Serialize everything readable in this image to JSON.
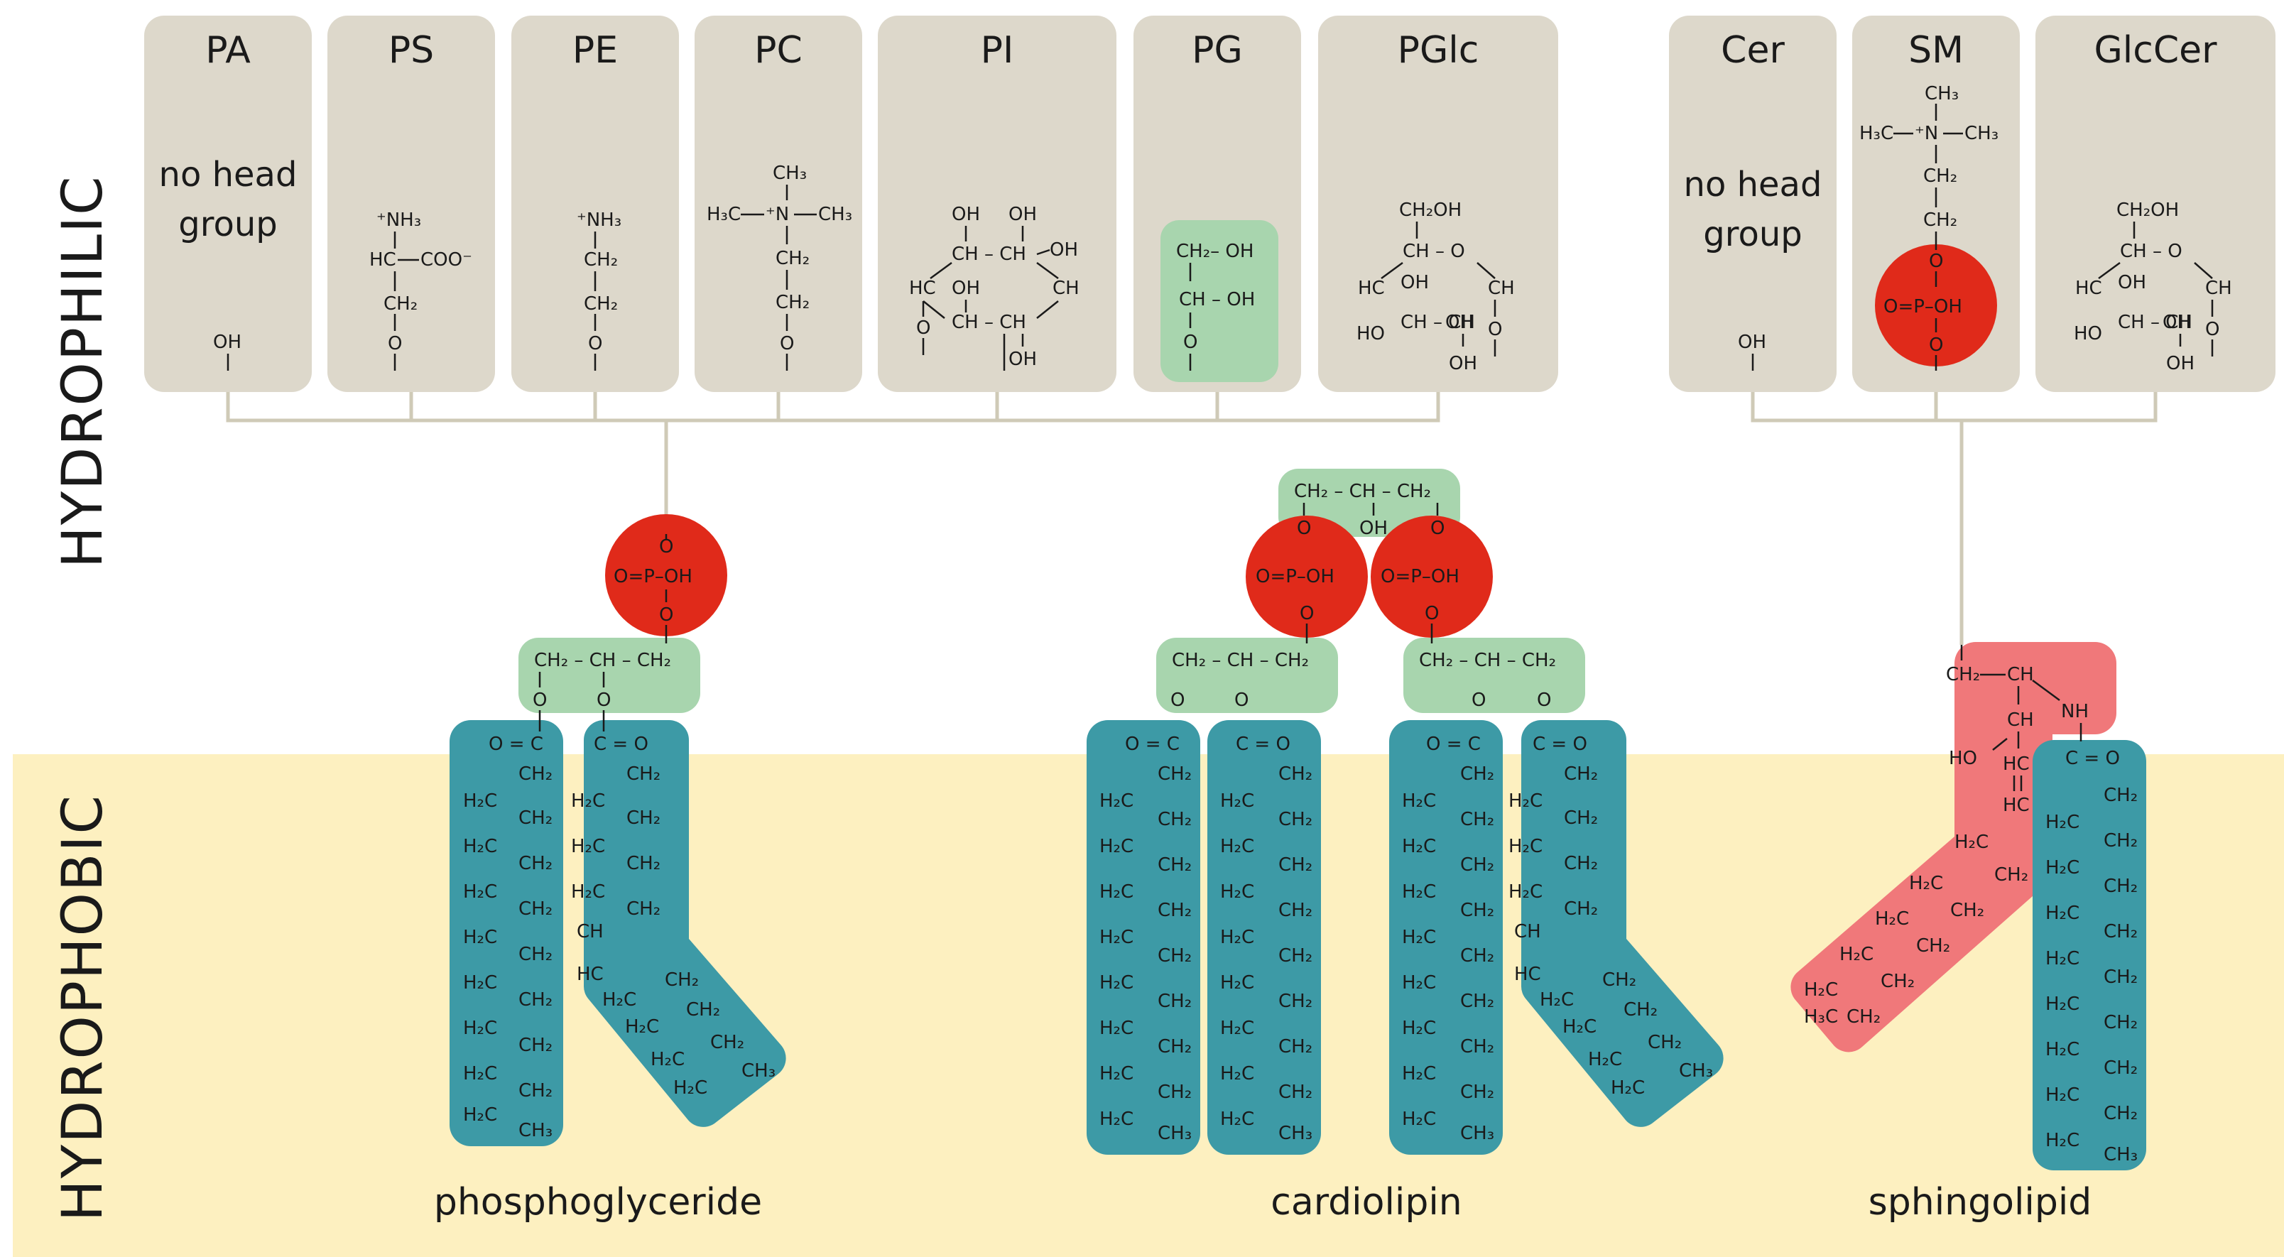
{
  "regions": {
    "hydrophilic": "HYDROPHILIC",
    "hydrophobic": "HYDROPHOBIC"
  },
  "head_groups": [
    {
      "name": "PA"
    },
    {
      "name": "PS"
    },
    {
      "name": "PE"
    },
    {
      "name": "PC"
    },
    {
      "name": "PI"
    },
    {
      "name": "PG"
    },
    {
      "name": "PGlc"
    },
    {
      "name": "Cer"
    },
    {
      "name": "SM"
    },
    {
      "name": "GlcCer"
    }
  ],
  "no_head_group": [
    "no head",
    "group"
  ],
  "chem": {
    "oh": "OH",
    "o": "O",
    "nh3": "⁺NH₃",
    "hc": "HC",
    "coo": "COO⁻",
    "ch2": "CH₂",
    "ch3": "CH₃",
    "n_plus": "⁺N",
    "h3c": "H₃C",
    "ch": "CH",
    "h2c": "H₂C",
    "c": "C",
    "nh": "NH",
    "ho": "HO",
    "p": "P",
    "pgroup": "O=P–OH",
    "ch2oh": "CH₂OH",
    "ch_o": "CH – O",
    "ch_ch": "CH – CH",
    "ch_oh": "CH – OH",
    "ch2_oh": "CH₂– OH",
    "glycerol": "CH₂ – CH – CH₂",
    "ester_l": "O = C",
    "ester_r": "C = O",
    "ring_ch": "CH",
    "ring_hc": "HC"
  },
  "labels": {
    "phosphoglyceride": "phosphoglyceride",
    "cardiolipin": "cardiolipin",
    "sphingolipid": "sphingolipid"
  },
  "colors": {
    "box": "#ddd8cb",
    "connector": "#cfcab7",
    "membrane": "#fdf0c0",
    "teal": "#3d9aa6",
    "glycerol": "#a8d5ae",
    "phosphate": "#e02a1a",
    "sphingo": "#f0787a"
  }
}
